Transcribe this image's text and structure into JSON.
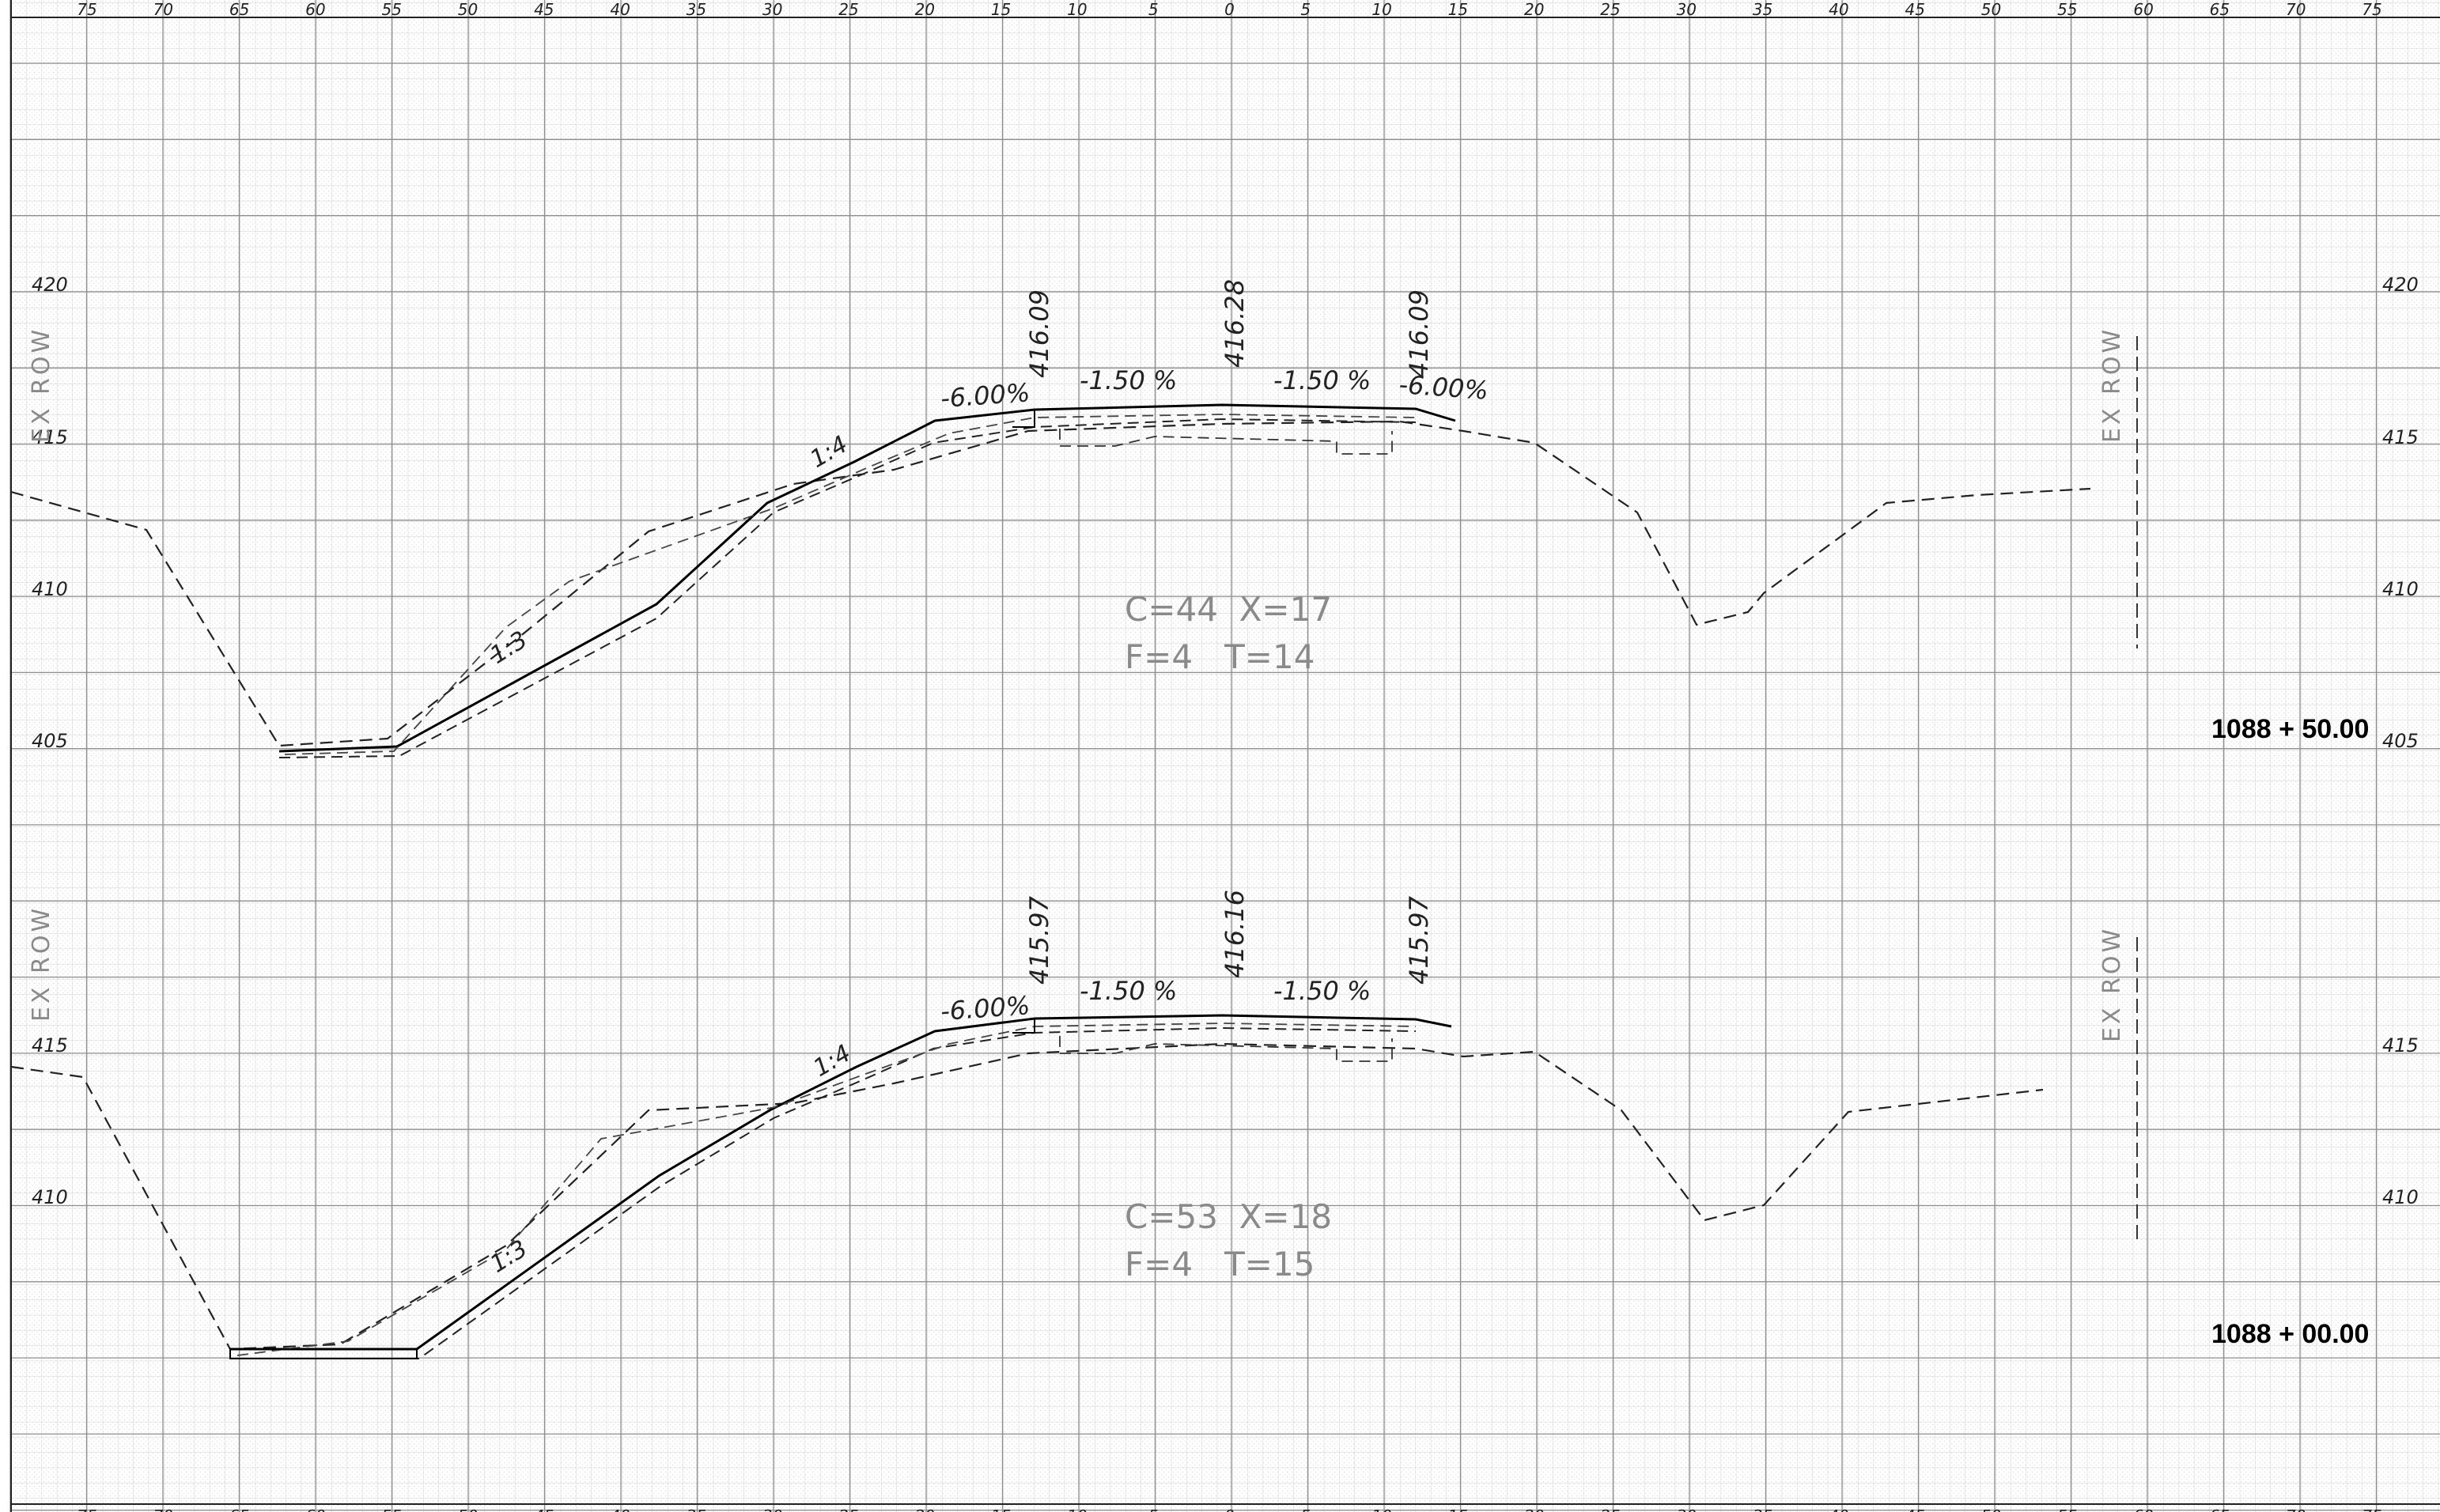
{
  "x_labels": [
    "75",
    "70",
    "65",
    "60",
    "55",
    "50",
    "45",
    "40",
    "35",
    "30",
    "25",
    "20",
    "15",
    "10",
    "5",
    "0",
    "5",
    "10",
    "15",
    "20",
    "25",
    "30",
    "35",
    "40",
    "45",
    "50",
    "55",
    "60",
    "65",
    "70",
    "75"
  ],
  "row_label": "EX ROW",
  "section_upper": {
    "station": "1088 + 50.00",
    "elevation_labels": [
      "420",
      "415",
      "410",
      "405"
    ],
    "crown_elev": "416.28",
    "left_shoulder_elev": "416.09",
    "right_shoulder_elev": "416.09",
    "left_shoulder_slope": "-6.00%",
    "left_lane_slope": "-1.50 %",
    "right_lane_slope": "-1.50 %",
    "right_shoulder_slope": "-6.00%",
    "slope_upper": "1:4",
    "slope_lower": "1:3",
    "quantities_line1": "C=44  X=17",
    "quantities_line2": "F=4   T=14"
  },
  "section_lower": {
    "station": "1088 + 00.00",
    "elevation_labels": [
      "415",
      "410"
    ],
    "crown_elev": "416.16",
    "left_shoulder_elev": "415.97",
    "right_shoulder_elev": "415.97",
    "left_shoulder_slope": "-6.00%",
    "left_lane_slope": "-1.50 %",
    "right_lane_slope": "-1.50 %",
    "slope_upper": "1:4",
    "slope_lower": "1:3",
    "quantities_line1": "C=53  X=18",
    "quantities_line2": "F=4   T=15"
  }
}
